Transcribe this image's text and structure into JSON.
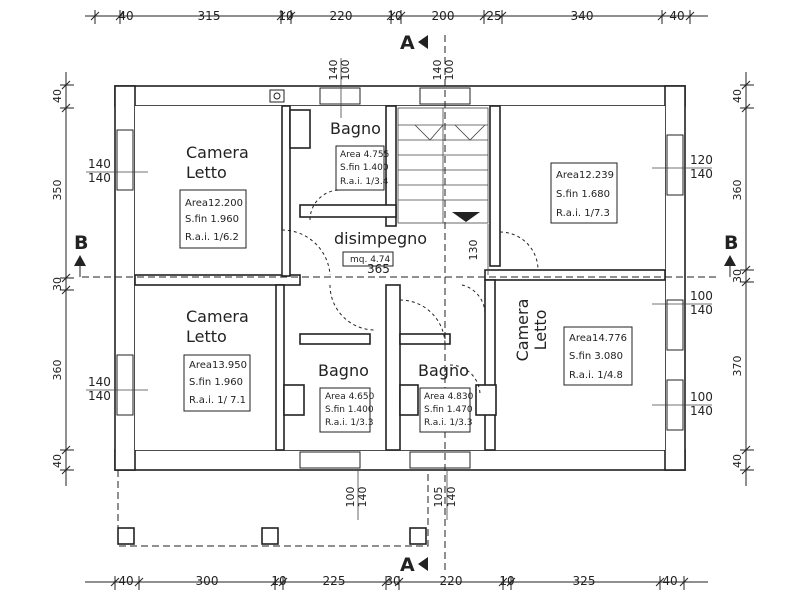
{
  "dims_top": [
    "40",
    "315",
    "10",
    "220",
    "10",
    "200",
    "25",
    "340",
    "40"
  ],
  "dims_bottom": [
    "40",
    "300",
    "10",
    "225",
    "30",
    "220",
    "10",
    "325",
    "40"
  ],
  "dims_left": [
    "40",
    "350",
    "30",
    "360",
    "40"
  ],
  "dims_right": [
    "40",
    "360",
    "30",
    "370",
    "40"
  ],
  "section_a": "A",
  "section_b": "B",
  "rooms": {
    "camera_top_left": {
      "name1": "Camera",
      "name2": "Letto",
      "area": "Area12.200",
      "sfin": "S.fin  1.960",
      "rai": "R.a.i.  1/6.2",
      "window_w": "140",
      "window_h": "140"
    },
    "bagno_top": {
      "name": "Bagno",
      "area": "Area  4.755",
      "sfin": "S.fin  1.400",
      "rai": "R.a.i.  1/3.4",
      "window_w": "100",
      "window_h": "140"
    },
    "stair": {
      "window_w": "100",
      "window_h": "140"
    },
    "camera_top_right": {
      "area": "Area12.239",
      "sfin": "S.fin  1.680",
      "rai": "R.a.i.  1/7.3",
      "window_w": "120",
      "window_h": "140"
    },
    "disimpegno": {
      "name": "disimpegno",
      "mq": "mq.  4.74",
      "dim_365": "365",
      "dim_130": "130"
    },
    "camera_bottom_left": {
      "name1": "Camera",
      "name2": "Letto",
      "area": "Area13.950",
      "sfin": "S.fin  1.960",
      "rai": "R.a.i.  1/ 7.1",
      "window_w": "140",
      "window_h": "140"
    },
    "bagno_bottom_left": {
      "name": "Bagno",
      "area": "Area  4.650",
      "sfin": "S.fin  1.400",
      "rai": "R.a.i.  1/3.3",
      "window_w": "100",
      "window_h": "140"
    },
    "bagno_bottom_right": {
      "name": "Bagno",
      "area": "Area  4.830",
      "sfin": "S.fin  1.470",
      "rai": "R.a.i.  1/3.3",
      "window_w": "105",
      "window_h": "140"
    },
    "camera_bottom_right": {
      "name1": "Camera",
      "name2": "Letto",
      "area": "Area14.776",
      "sfin": "S.fin  3.080",
      "rai": "R.a.i.  1/4.8",
      "window_w": "100",
      "window_h": "140",
      "window2_w": "100",
      "window2_h": "140"
    }
  }
}
